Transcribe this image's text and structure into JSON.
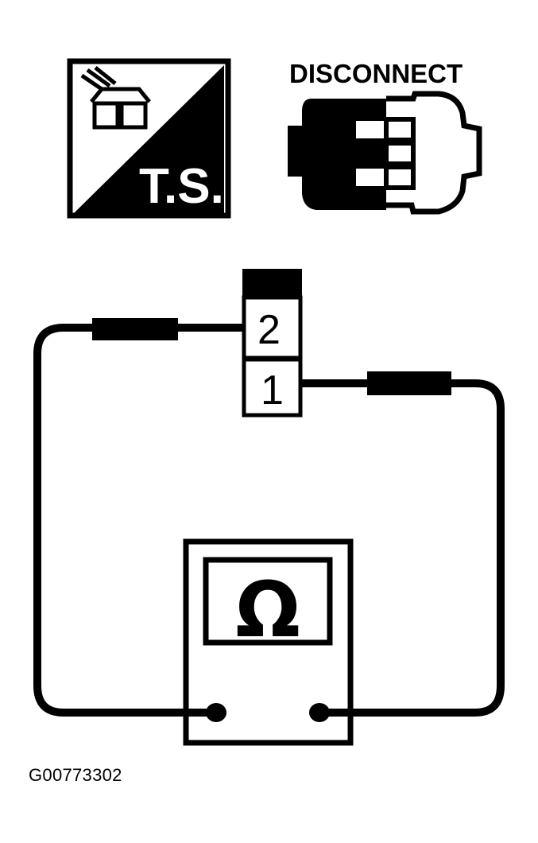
{
  "icons": {
    "ts_icon": {
      "label": "T.S.",
      "icon": "troubleshooting-connector-icon"
    },
    "disconnect_icon": {
      "label": "DISCONNECT",
      "icon": "connector-disconnect-icon"
    }
  },
  "connector": {
    "pins": [
      {
        "number": "2",
        "position": "upper"
      },
      {
        "number": "1",
        "position": "lower"
      }
    ]
  },
  "meter": {
    "symbol": "Ω",
    "type": "ohmmeter"
  },
  "figure_id": "G00773302",
  "colors": {
    "ink": "#000000",
    "paper": "#ffffff"
  }
}
